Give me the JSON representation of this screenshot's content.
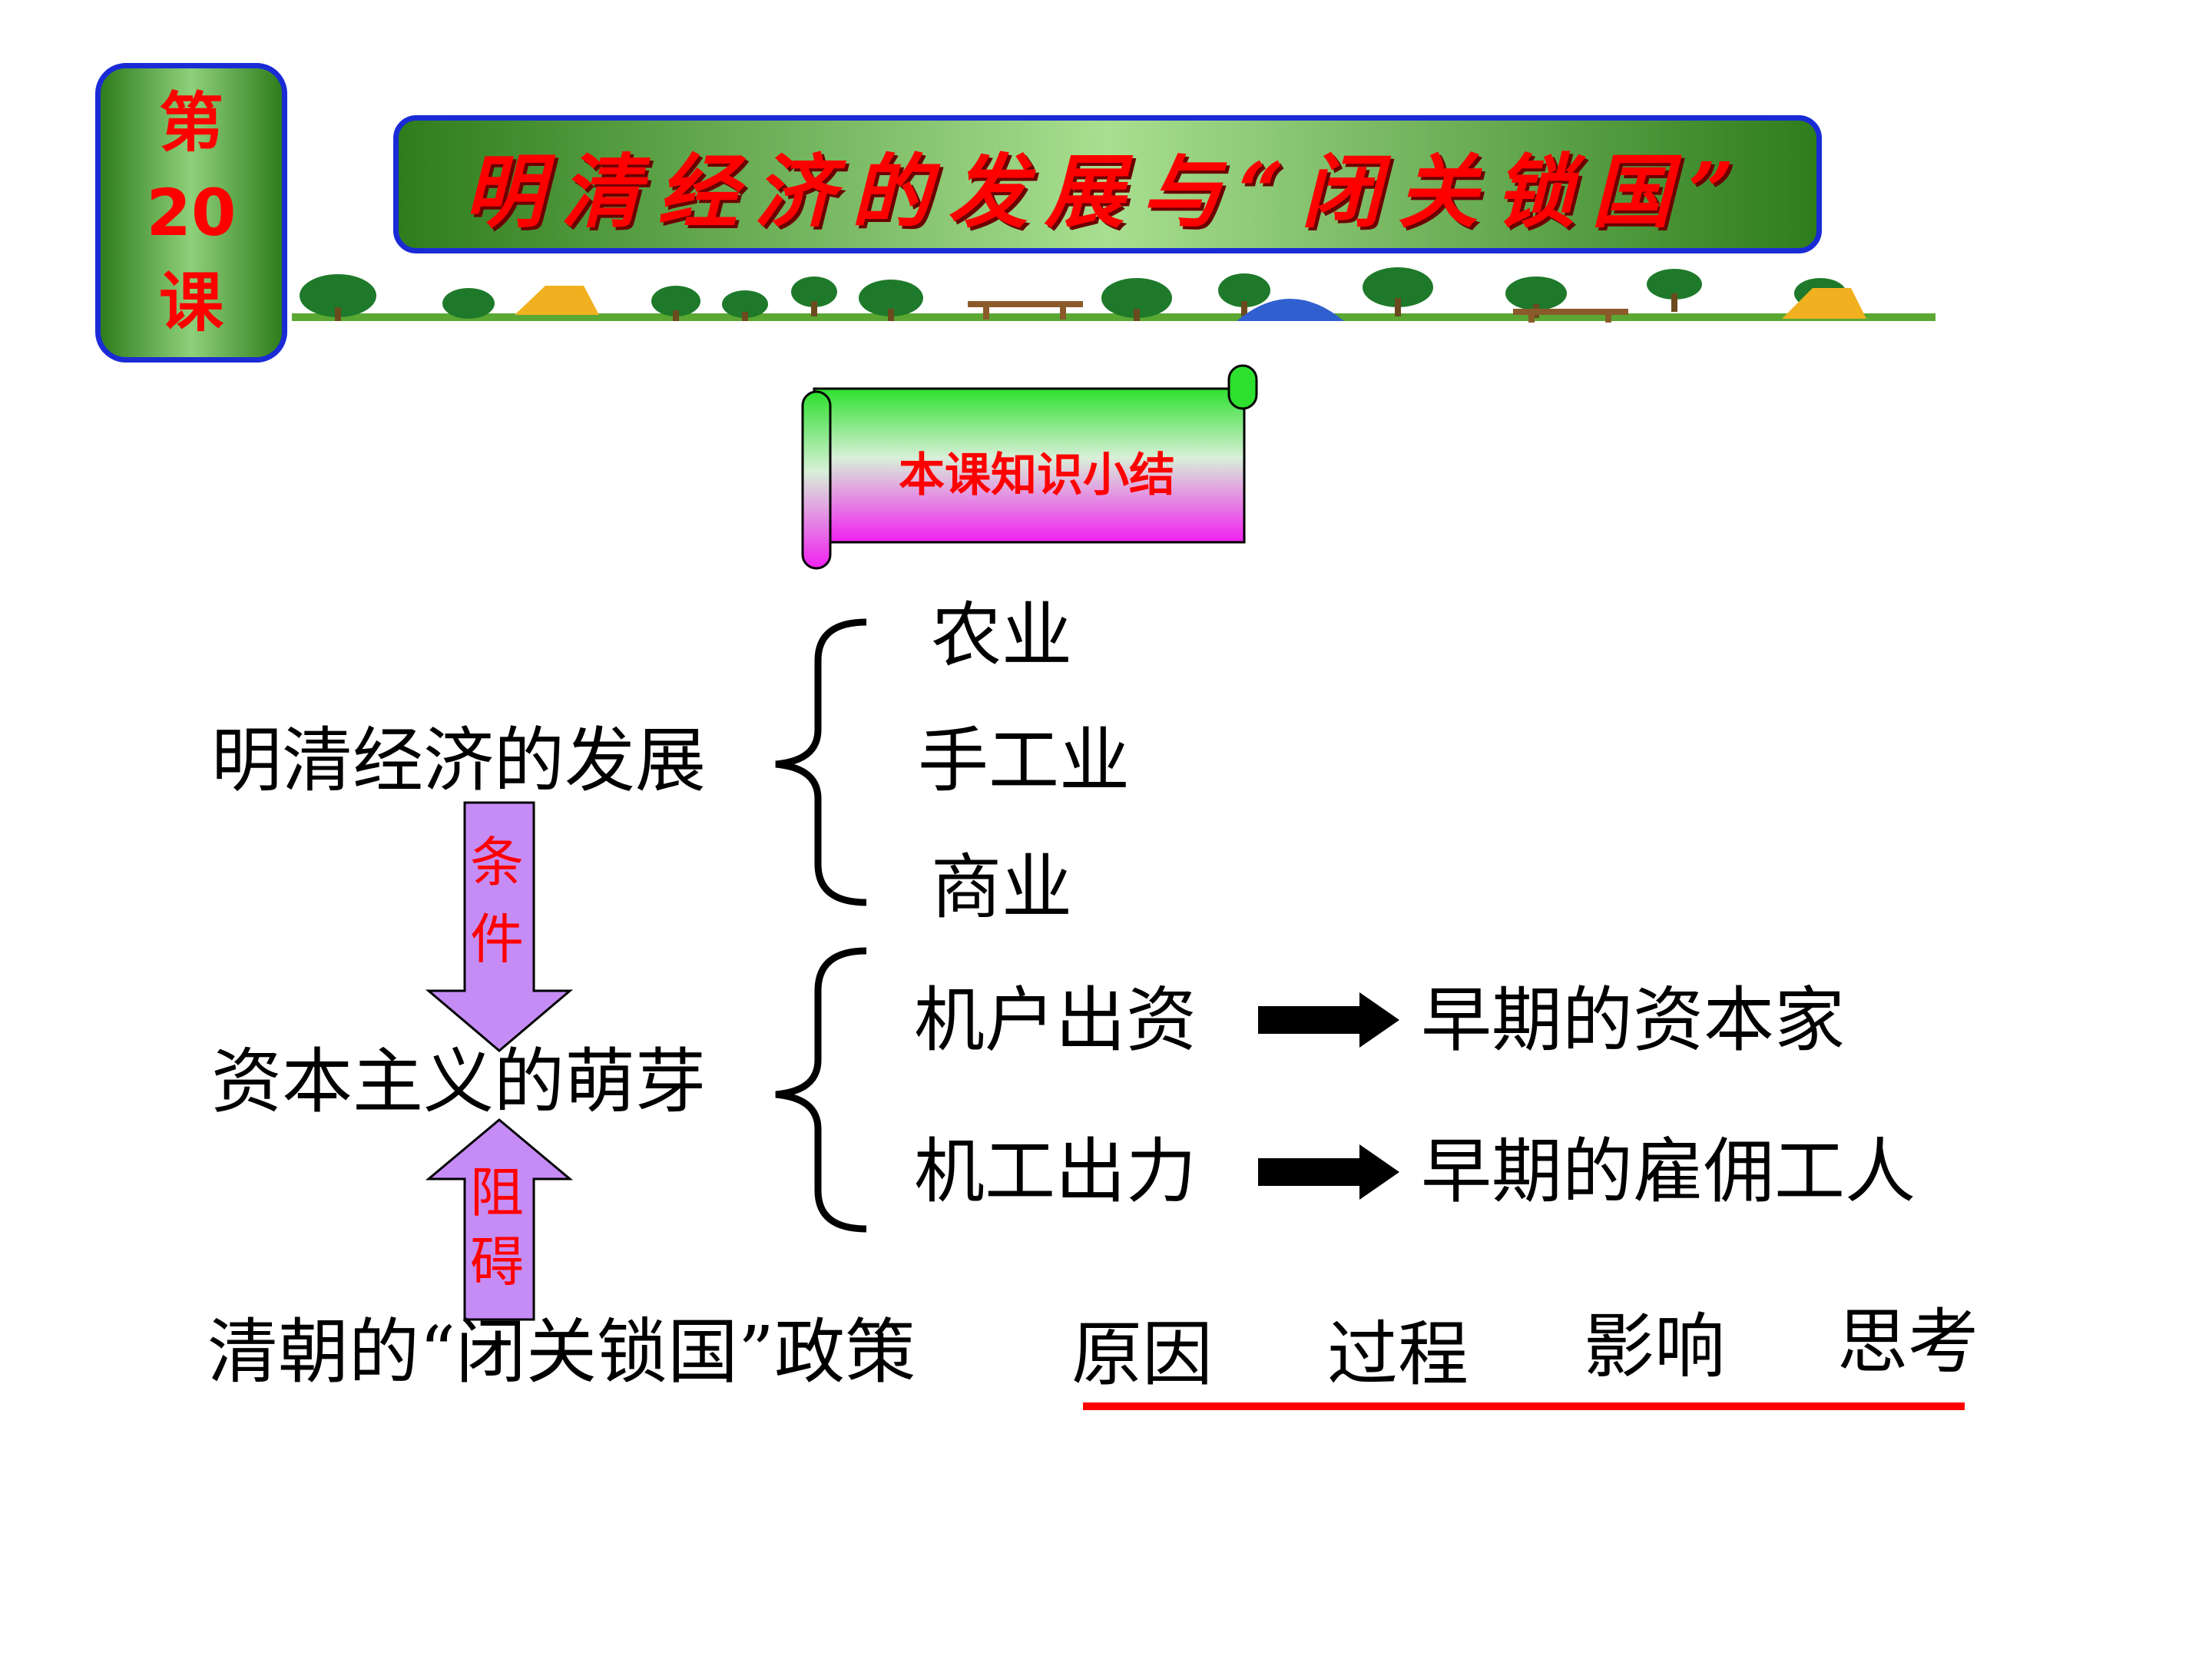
{
  "lesson": {
    "line1": "第",
    "line2": "20",
    "line3": "课"
  },
  "title": "明清经济的发展与“闭关锁国”",
  "summary_label": "本课知识小结",
  "left_column": {
    "economy": "明清经济的发展",
    "capitalism": "资本主义的萌芽",
    "policy": "清朝的“闭关锁国”政策"
  },
  "arrows": {
    "condition": [
      "条",
      "件"
    ],
    "obstacle": [
      "阻",
      "碍"
    ]
  },
  "economy_branches": [
    "农业",
    "手工业",
    "商业"
  ],
  "capitalism_branches": [
    {
      "from": "机户出资",
      "to": "早期的资本家"
    },
    {
      "from": "机工出力",
      "to": "早期的雇佣工人"
    }
  ],
  "policy_aspects": [
    "原因",
    "过程",
    "影响",
    "思考"
  ],
  "colors": {
    "accent_red": "#ff0000",
    "border_blue": "#1a2bd6",
    "arrow_purple": "#c58cf5",
    "banner_green": "#2e7d1c"
  }
}
